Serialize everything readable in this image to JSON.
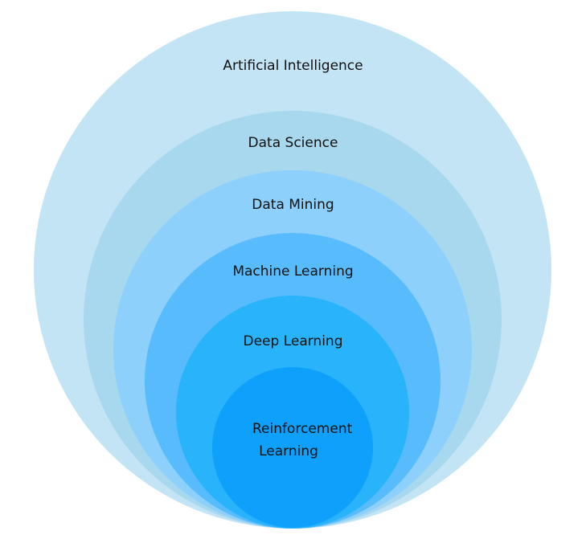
{
  "diagram": {
    "type": "nested-circles",
    "layers": [
      {
        "label": "Artificial Intelligence",
        "color": "#c2e4f5"
      },
      {
        "label": "Data Science",
        "color": "#a7d8ee"
      },
      {
        "label": "Data Mining",
        "color": "#8dd0fb"
      },
      {
        "label": "Machine Learning",
        "color": "#58bcfc"
      },
      {
        "label": "Deep Learning",
        "color": "#29b3fb"
      },
      {
        "label": "Reinforcement Learning",
        "color": "#0ea0fb"
      }
    ]
  }
}
